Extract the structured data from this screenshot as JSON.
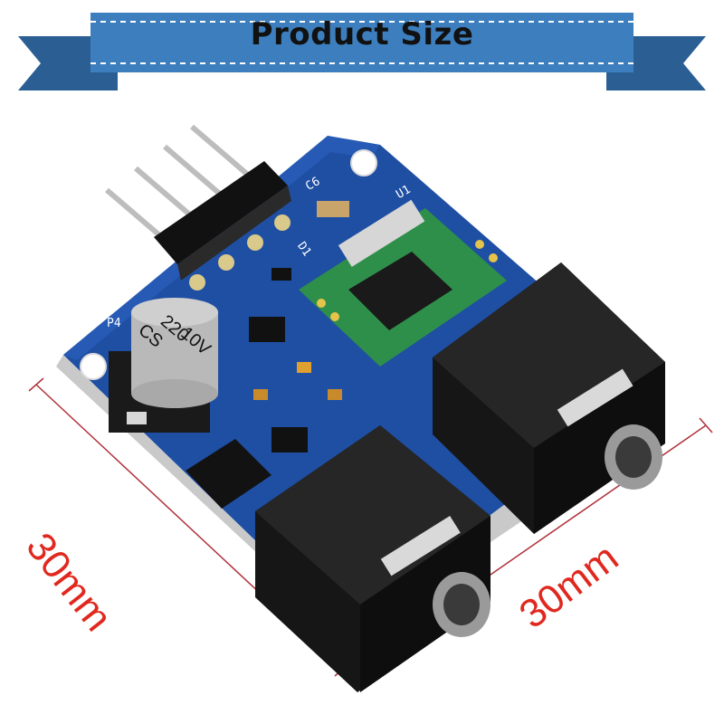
{
  "banner": {
    "title": "Product Size"
  },
  "dimensions": {
    "width_label": "30mm",
    "height_label": "30mm"
  },
  "board_labels": {
    "p4": "P4",
    "c6": "C6",
    "u1": "U1",
    "d1": "D1",
    "cap_line1": "CS",
    "cap_line2": "220",
    "cap_line3": "10V"
  },
  "colors": {
    "banner_blue": "#3d7fbe",
    "pcb_blue": "#1f4fa3",
    "dimension_red": "#e0281e"
  }
}
